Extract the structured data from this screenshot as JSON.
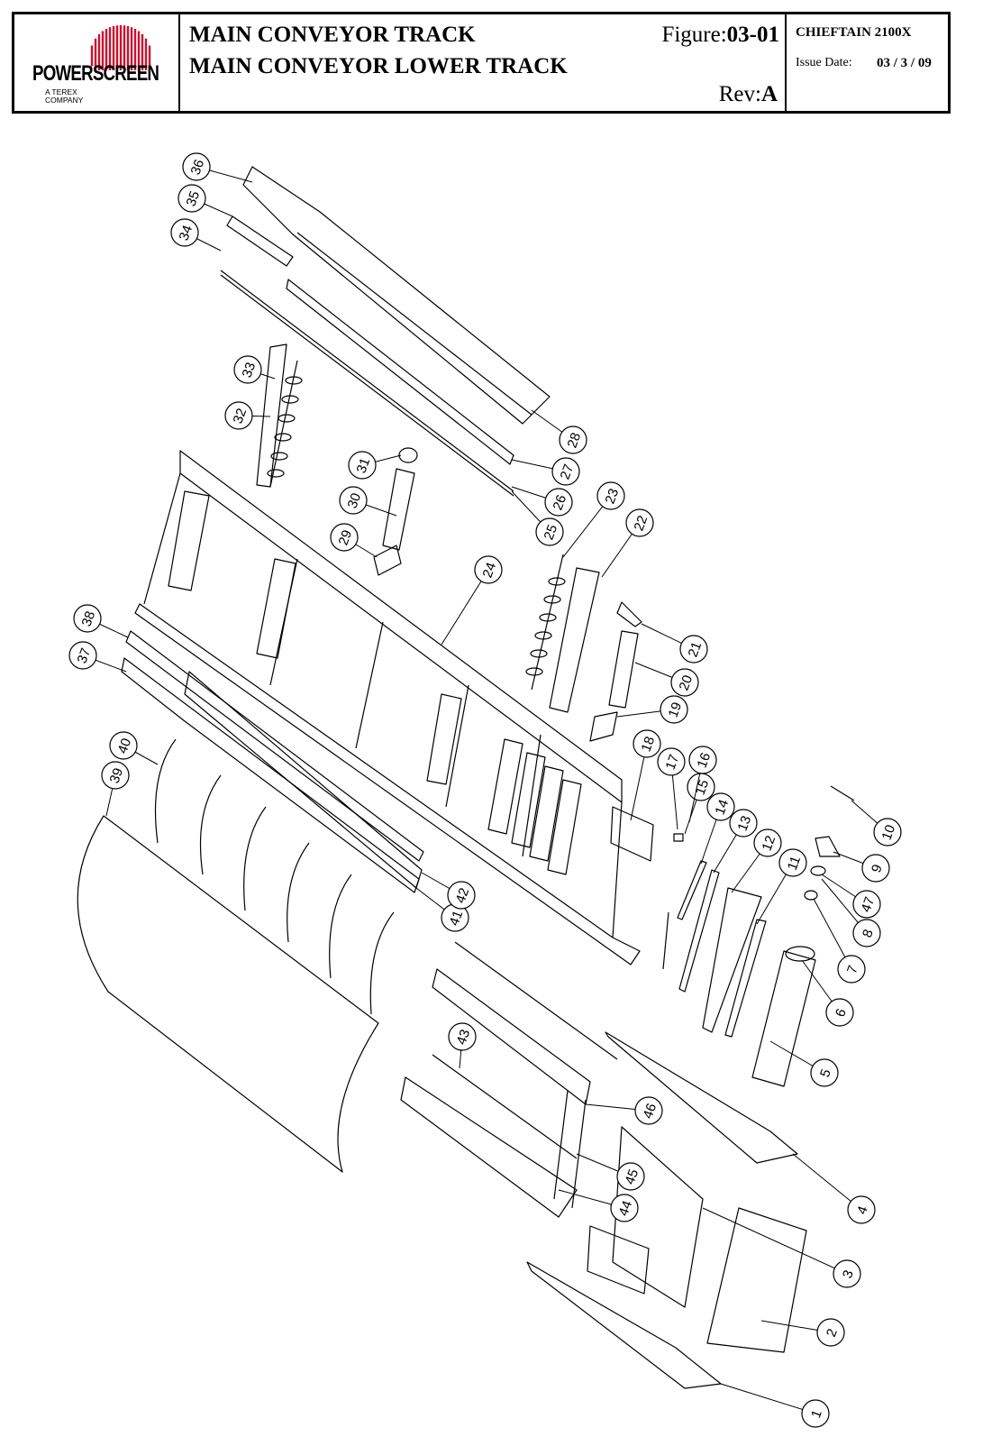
{
  "header": {
    "brand": "POWERSCREEN",
    "brand_sub": "A TEREX\nCOMPANY",
    "title_line1": "MAIN CONVEYOR TRACK",
    "title_line2": "MAIN CONVEYOR LOWER TRACK",
    "figure_label": "Figure:",
    "figure_value": "03-01",
    "rev_label": "Rev:",
    "rev_value": "A",
    "model": "CHIEFTAIN 2100X",
    "issue_label": "Issue Date:",
    "issue_value": "03 / 3 / 09",
    "brand_color": "#c8102e"
  },
  "callouts": [
    "1",
    "2",
    "3",
    "4",
    "5",
    "6",
    "7",
    "8",
    "47",
    "9",
    "10",
    "11",
    "12",
    "13",
    "14",
    "15",
    "16",
    "17",
    "18",
    "19",
    "20",
    "21",
    "22",
    "23",
    "24",
    "25",
    "26",
    "27",
    "28",
    "29",
    "30",
    "31",
    "32",
    "33",
    "34",
    "35",
    "36",
    "37",
    "38",
    "39",
    "40",
    "41",
    "42",
    "43",
    "44",
    "45",
    "46"
  ]
}
